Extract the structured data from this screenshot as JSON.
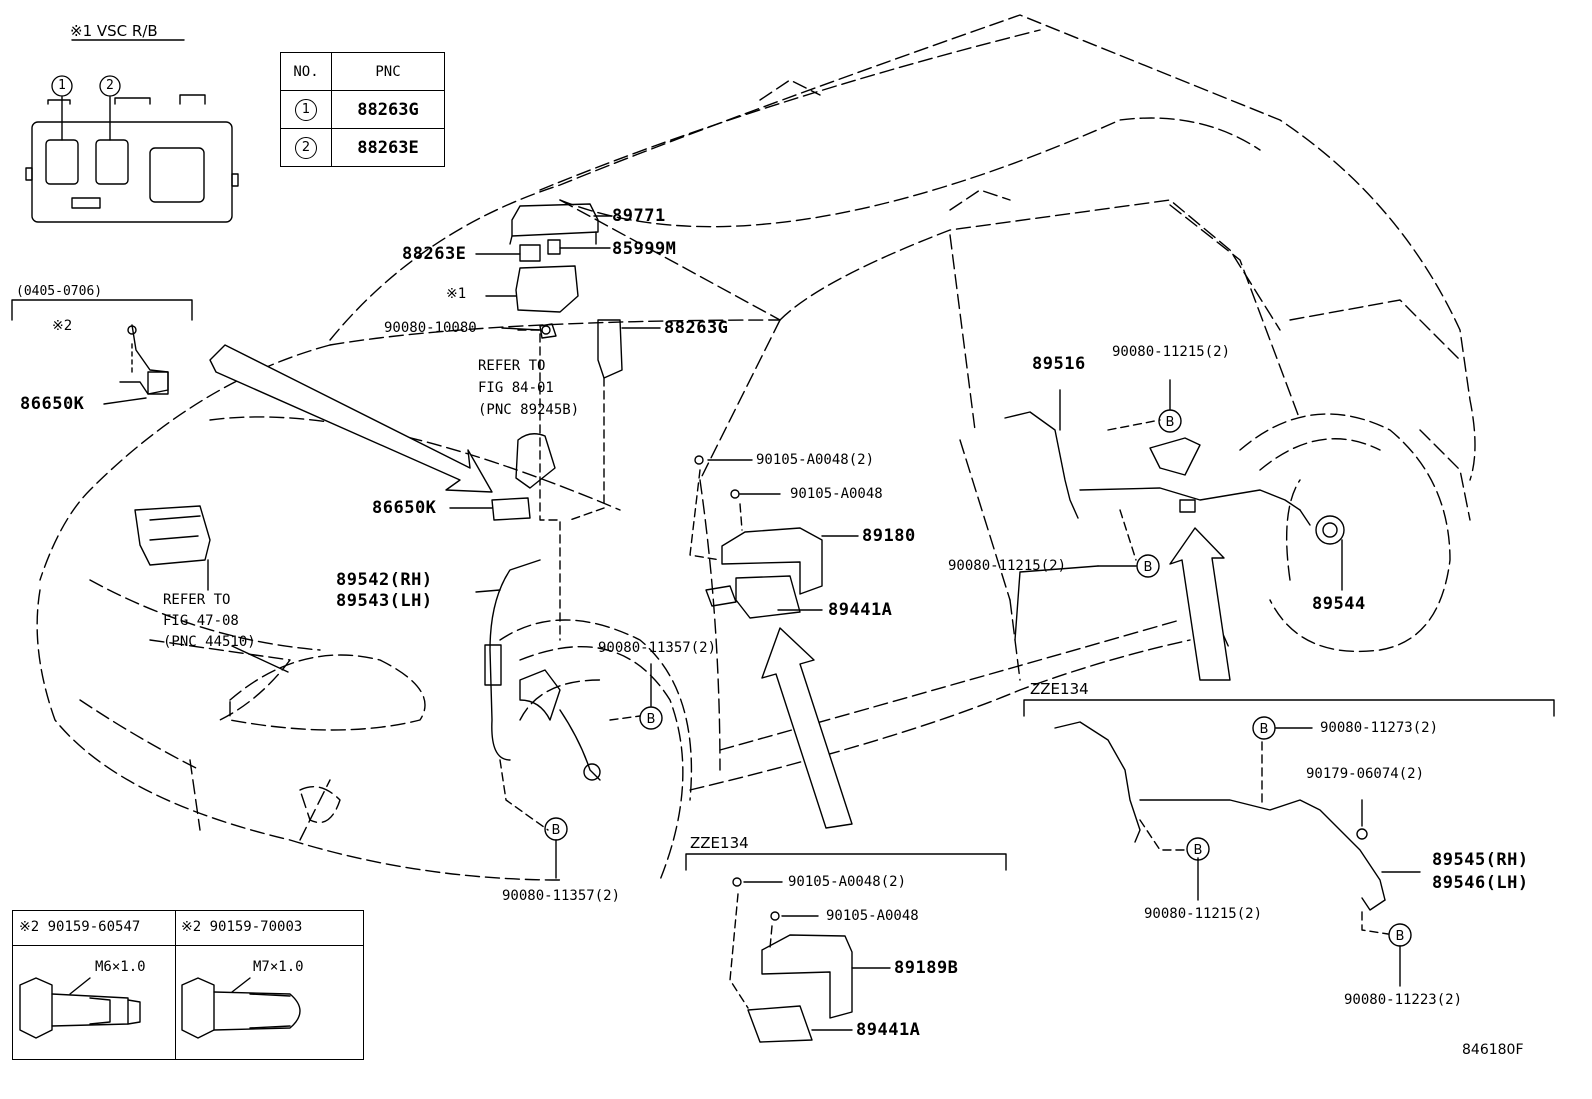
{
  "vsc_box": {
    "title": "※1 VSC R/B",
    "marker1": "1",
    "marker2": "2"
  },
  "pnc_table": {
    "header_no": "NO.",
    "header_pnc": "PNC",
    "rows": [
      {
        "no": "1",
        "pnc": "88263G"
      },
      {
        "no": "2",
        "pnc": "88263E"
      }
    ]
  },
  "date_range": "(0405-0706)",
  "callouts": {
    "p89771": "89771",
    "p88263E": "88263E",
    "p85999M": "85999M",
    "ref1": "※1",
    "p90080_10080": "90080-10080",
    "p88263G": "88263G",
    "ref2": "※2",
    "p86650K_a": "86650K",
    "refer84_l1": "REFER TO",
    "refer84_l2": "FIG 84-01",
    "refer84_l3": "(PNC 89245B)",
    "p86650K_b": "86650K",
    "refer47_l1": "REFER TO",
    "refer47_l2": "FIG 47-08",
    "refer47_l3": "(PNC 44510)",
    "p89542": "89542(RH)",
    "p89543": "89543(LH)",
    "p90105_a_2": "90105-A0048(2)",
    "p90105_a": "90105-A0048",
    "p89180": "89180",
    "p89441A_a": "89441A",
    "p90080_11357_top": "90080-11357(2)",
    "p90080_11357_bot": "90080-11357(2)",
    "p89516": "89516",
    "p90080_11215_top": "90080-11215(2)",
    "p90080_11215_mid": "90080-11215(2)",
    "p89544": "89544",
    "zze134_right": "ZZE134",
    "p90080_11273": "90080-11273(2)",
    "p90179_06074": "90179-06074(2)",
    "p90080_11215_rb": "90080-11215(2)",
    "p89545": "89545(RH)",
    "p89546": "89546(LH)",
    "p90080_11223": "90080-11223(2)",
    "zze134_center": "ZZE134",
    "p90105_c_2": "90105-A0048(2)",
    "p90105_c": "90105-A0048",
    "p89189B": "89189B",
    "p89441A_b": "89441A",
    "b": "B"
  },
  "bolt_table": {
    "col1_header": "※2 90159-60547",
    "col2_header": "※2 90159-70003",
    "col1_thread": "M6×1.0",
    "col2_thread": "M7×1.0"
  },
  "figure_code": "846180F"
}
